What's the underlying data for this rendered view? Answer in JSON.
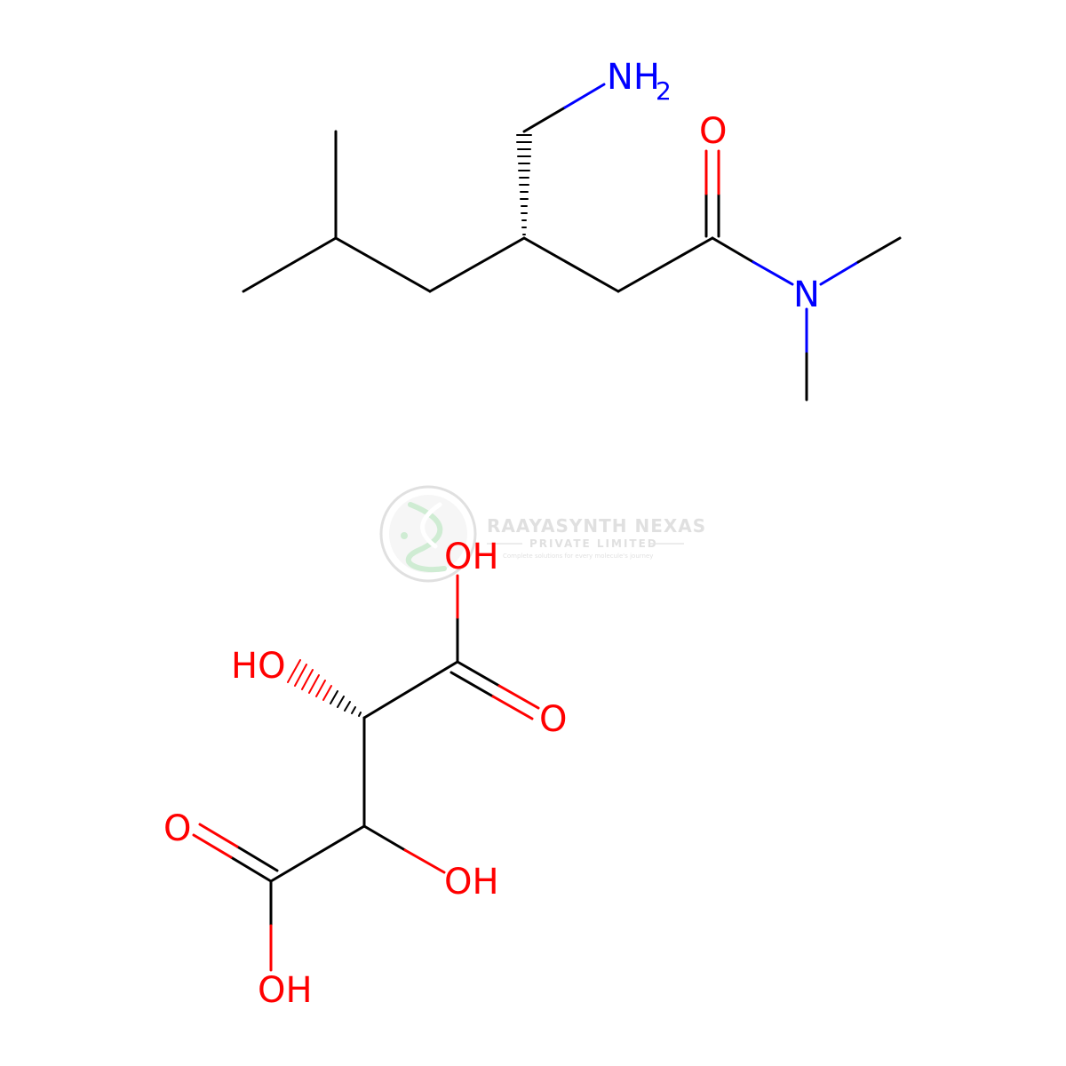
{
  "colors": {
    "carbon_bond": "#000000",
    "nitrogen": "#0000FF",
    "oxygen": "#FF0000",
    "watermark": "#C8C8C8",
    "watermark_accent": "#A8DDB0"
  },
  "molecule_1": {
    "atom_labels": {
      "amine_n": "NH",
      "amine_h_count": "2",
      "carbonyl_o": "O",
      "amide_n": "N"
    }
  },
  "molecule_2": {
    "atom_labels": {
      "top_acid_oh": "OH",
      "top_carbonyl_o": "O",
      "upper_alpha_oh": "HO",
      "lower_alpha_oh": "OH",
      "bottom_carbonyl_o": "O",
      "bottom_acid_oh": "OH"
    }
  },
  "watermark": {
    "company": "RAAYASYNTH NEXAS",
    "company_type": "PRIVATE LIMITED",
    "tagline": "Complete solutions for every molecule's journey"
  }
}
